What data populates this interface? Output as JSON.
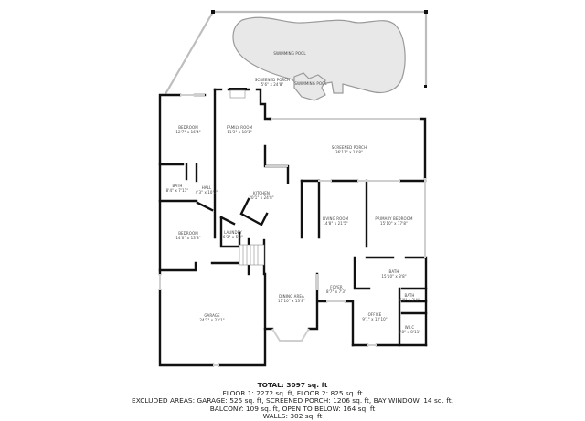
{
  "floor_plan": {
    "rooms": [
      {
        "id": "swimming-pool-main",
        "name": "SWIMMING POOL",
        "dims": ""
      },
      {
        "id": "swimming-pool-spa",
        "name": "SWIMMING POOL",
        "dims": ""
      },
      {
        "id": "screened-porch-upper",
        "name": "SCREENED PORCH",
        "dims": "5'6\" x 24'8\""
      },
      {
        "id": "bedroom-1",
        "name": "BEDROOM",
        "dims": "12'7\" x 16'4\""
      },
      {
        "id": "family-room",
        "name": "FAMILY ROOM",
        "dims": "11'3\" x 18'1\""
      },
      {
        "id": "screened-porch-main",
        "name": "SCREENED PORCH",
        "dims": "36'11\" x 13'8\""
      },
      {
        "id": "bath-1",
        "name": "BATH",
        "dims": "8'4\" x 7'11\""
      },
      {
        "id": "hall",
        "name": "HALL",
        "dims": "4'3\" x 10'1\""
      },
      {
        "id": "kitchen",
        "name": "KITCHEN",
        "dims": "20'1\" x 24'8\""
      },
      {
        "id": "living-room",
        "name": "LIVING ROOM",
        "dims": "14'8\" x 21'5\""
      },
      {
        "id": "primary-bedroom",
        "name": "PRIMARY BEDROOM",
        "dims": "15'10\" x 17'8\""
      },
      {
        "id": "bedroom-2",
        "name": "BEDROOM",
        "dims": "14'0\" x 13'8\""
      },
      {
        "id": "laundry",
        "name": "LAUNDRY",
        "dims": "6'3\" x 5'8\""
      },
      {
        "id": "bath-primary",
        "name": "BATH",
        "dims": "15'10\" x 8'8\""
      },
      {
        "id": "bath-small",
        "name": "BATH",
        "dims": "6'0\" x 3'4\""
      },
      {
        "id": "dining-area",
        "name": "DINING AREA",
        "dims": "11'10\" x 13'8\""
      },
      {
        "id": "foyer",
        "name": "FOYER",
        "dims": "8'7\" x 7'3\""
      },
      {
        "id": "office",
        "name": "OFFICE",
        "dims": "9'1\" x 12'10\""
      },
      {
        "id": "wic",
        "name": "W.I.C",
        "dims": "6'8\" x 8'11\""
      },
      {
        "id": "garage",
        "name": "GARAGE",
        "dims": "24'2\" x 23'1\""
      }
    ]
  },
  "summary": {
    "total": "TOTAL: 3097 sq. ft",
    "floors": "FLOOR 1: 2272 sq. ft, FLOOR 2: 825 sq. ft",
    "excluded_line1": "EXCLUDED AREAS: GARAGE: 525 sq. ft, SCREENED PORCH: 1206 sq. ft, BAY WINDOW: 14 sq. ft,",
    "excluded_line2": "BALCONY: 109 sq. ft, OPEN TO BELOW: 164 sq. ft",
    "walls": "WALLS: 302 sq. ft"
  },
  "colors": {
    "wall": "#111111",
    "window": "#cfcfcf",
    "pool_fill": "#e8e8e8",
    "pool_stroke": "#9a9a9a",
    "text": "#222222"
  }
}
